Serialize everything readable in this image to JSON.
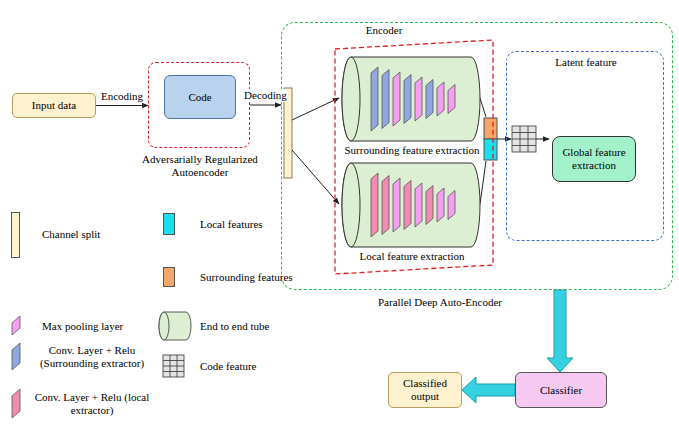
{
  "diagram": {
    "nodes": [
      {
        "text": [
          "Input data"
        ]
      },
      {
        "text": [
          "Adversarially Regularized Autoencoder"
        ]
      },
      {
        "text": [
          "Code"
        ],
        "in": 1
      },
      {
        "text": [
          "Parallel Deep Auto-Encoder"
        ]
      },
      {
        "text": [
          "Encoder"
        ],
        "in": 3
      },
      {
        "text": [
          "Surrounding feature extraction"
        ],
        "in": 4
      },
      {
        "text": [
          "Local feature extraction"
        ],
        "in": 4
      },
      {
        "text": [
          "Latent feature"
        ],
        "in": 3
      },
      {
        "text": [
          "Global feature extraction"
        ],
        "in": 7
      },
      {
        "text": [
          "Classifier"
        ]
      },
      {
        "text": [
          "Classified output"
        ]
      }
    ],
    "edges": [
      {
        "from": 0,
        "to": 1,
        "arrow": "to",
        "label": "Encoding"
      },
      {
        "from": 1,
        "to": 3,
        "arrow": "to",
        "label": "Decoding"
      },
      {
        "from": 3,
        "to": 9,
        "arrow": "to"
      },
      {
        "from": 9,
        "to": 10,
        "arrow": "to"
      }
    ],
    "legend": [
      {
        "text": "Channel split",
        "color": "#fdf2d0"
      },
      {
        "text": "Max pooling layer"
      },
      {
        "text": "Conv. Layer + Relu (Surrounding extractor)"
      },
      {
        "text": "Conv. Layer + Relu (local extractor)"
      },
      {
        "text": "Local features",
        "color": "#19e0ee"
      },
      {
        "text": "Surrounding features",
        "color": "#f5a66a"
      },
      {
        "text": "End to end tube"
      },
      {
        "text": "Code feature"
      }
    ]
  }
}
